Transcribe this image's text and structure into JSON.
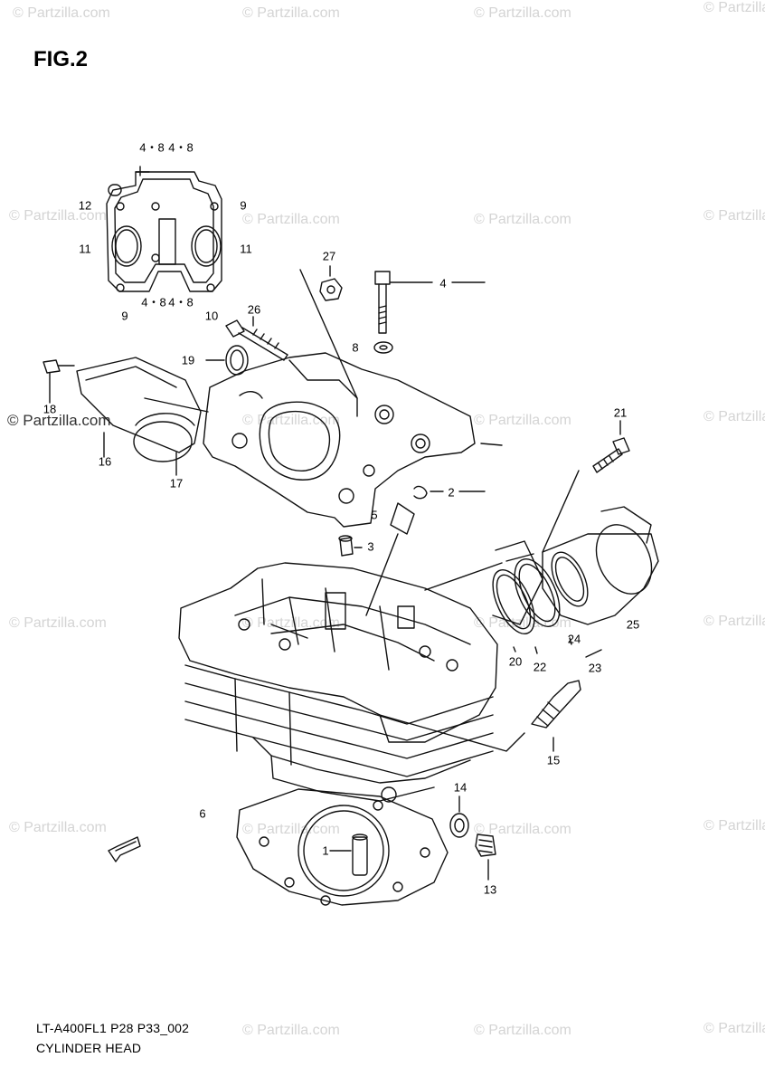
{
  "figure": {
    "title": "FIG.2",
    "code": "LT-A400FL1 P28 P33_002",
    "name": "CYLINDER HEAD"
  },
  "watermark": "© Partzilla.com",
  "watermark_positions_note": "",
  "callouts": {
    "c1": "1",
    "c2": "2",
    "c3": "3",
    "c4": "4",
    "c5": "5",
    "c6": "6",
    "c8": "8",
    "c9a": "9",
    "c9b": "9",
    "c10": "10",
    "c11a": "11",
    "c11b": "11",
    "c12": "12",
    "c13": "13",
    "c14": "14",
    "c15": "15",
    "c16": "16",
    "c17": "17",
    "c18": "18",
    "c19": "19",
    "c20": "20",
    "c21": "21",
    "c22": "22",
    "c23": "23",
    "c24": "24",
    "c25": "25",
    "c26": "26",
    "c27": "27",
    "c48a": "4・8",
    "c48b": "4・8",
    "c48c": "4・8",
    "c48d": "4・8"
  },
  "colors": {
    "line": "#111111",
    "watermark": "#d4d4d4"
  }
}
